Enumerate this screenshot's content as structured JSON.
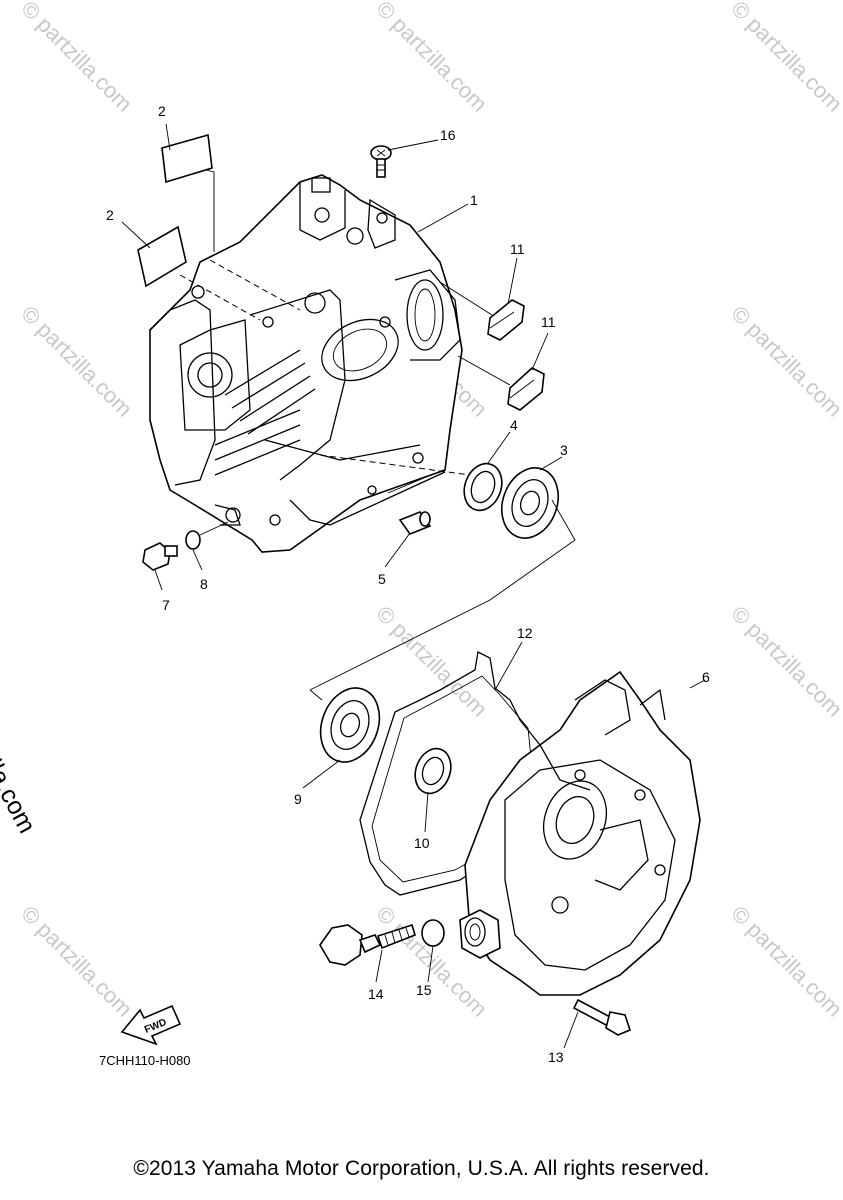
{
  "watermark": {
    "text": "© partzilla.com",
    "side_text": "© Partzilla.com"
  },
  "drawing_code": "7CHH110-H080",
  "fwd_label": "FWD",
  "copyright": "©2013 Yamaha Motor Corporation, U.S.A. All rights reserved.",
  "callouts": {
    "p1": "1",
    "p2a": "2",
    "p2b": "2",
    "p3": "3",
    "p4": "4",
    "p5": "5",
    "p6": "6",
    "p7": "7",
    "p8": "8",
    "p9": "9",
    "p10": "10",
    "p11a": "11",
    "p11b": "11",
    "p12": "12",
    "p13": "13",
    "p14": "14",
    "p15": "15",
    "p16": "16"
  }
}
